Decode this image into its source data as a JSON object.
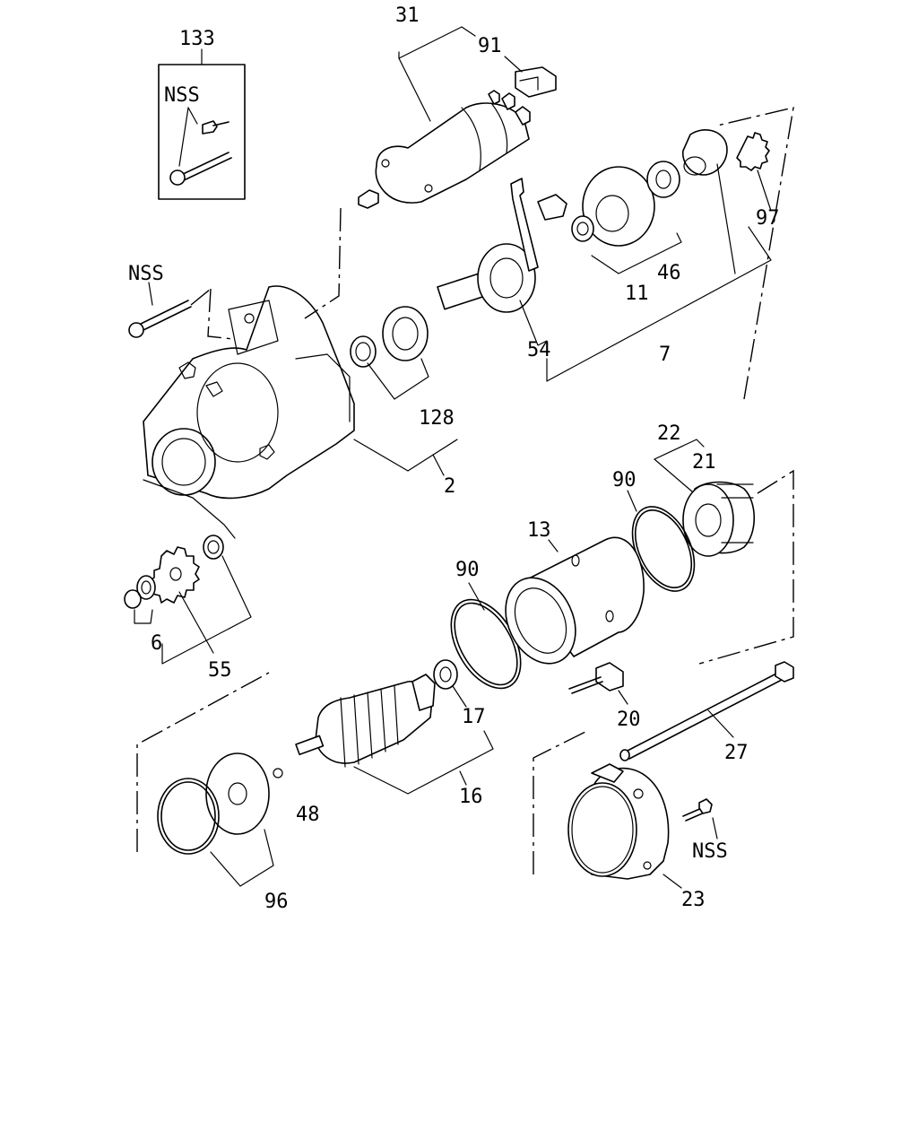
{
  "diagram": {
    "labels": {
      "p133": "133",
      "p31": "31",
      "p91": "91",
      "nss_box": "NSS",
      "nss_bolt": "NSS",
      "p97": "97",
      "p46": "46",
      "p11": "11",
      "p7": "7",
      "p54": "54",
      "p128": "128",
      "p2": "2",
      "p22": "22",
      "p21": "21",
      "p90a": "90",
      "p13": "13",
      "p90b": "90",
      "p6": "6",
      "p55": "55",
      "p17": "17",
      "p20": "20",
      "p27": "27",
      "p16": "16",
      "p48": "48",
      "p96": "96",
      "nss_screw": "NSS",
      "p23": "23"
    }
  }
}
